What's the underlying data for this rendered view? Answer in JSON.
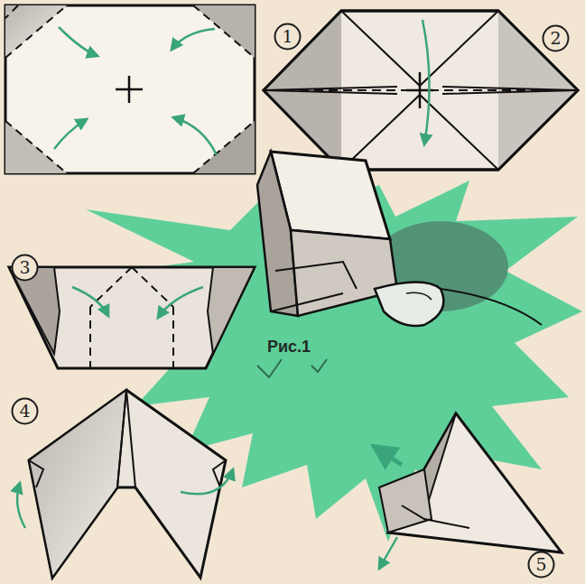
{
  "diagram": {
    "nodes": [
      {
        "text": [
          "1"
        ]
      },
      {
        "text": [
          "2"
        ]
      },
      {
        "text": [
          "3"
        ]
      },
      {
        "text": [
          "4"
        ]
      },
      {
        "text": [
          "5"
        ]
      }
    ],
    "labels": [
      "Рис.1"
    ]
  }
}
